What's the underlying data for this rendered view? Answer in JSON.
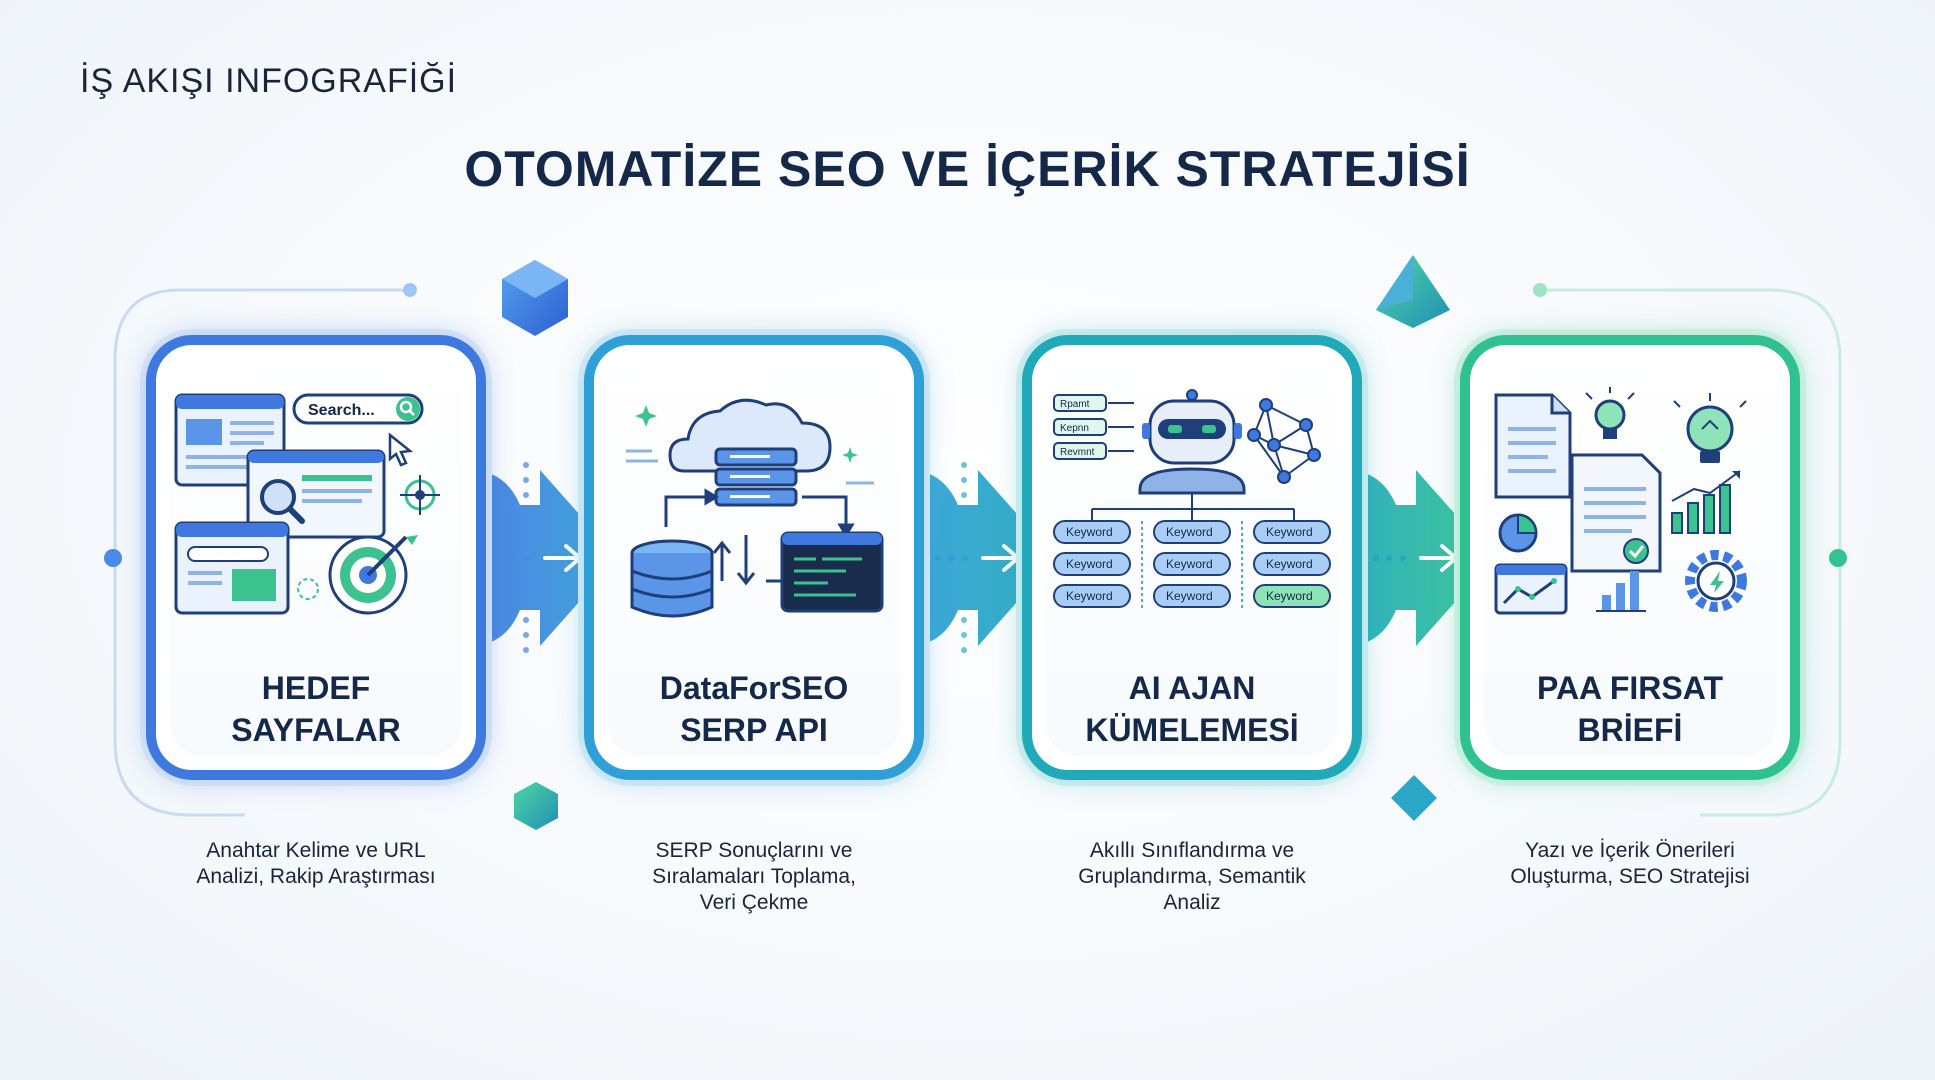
{
  "header": {
    "eyebrow": "İŞ AKIŞI INFOGRAFİĞİ",
    "title": "OTOMATİZE SEO VE İÇERİK STRATEJİSİ"
  },
  "steps": [
    {
      "title_line1": "HEDEF",
      "title_line2": "SAYFALAR",
      "desc_line1": "Anahtar Kelime ve URL",
      "desc_line2": "Analizi, Rakip Araştırması",
      "desc_line3": "",
      "search_placeholder": "Search..."
    },
    {
      "title_line1": "DataForSEO",
      "title_line2": "SERP API",
      "desc_line1": "SERP Sonuçlarını ve",
      "desc_line2": "Sıralamaları Toplama,",
      "desc_line3": "Veri Çekme"
    },
    {
      "title_line1": "AI AJAN",
      "title_line2": "KÜMELEMESİ",
      "desc_line1": "Akıllı Sınıflandırma ve",
      "desc_line2": "Gruplandırma, Semantik",
      "desc_line3": "Analiz",
      "tags": [
        "Rpamt",
        "Kepnn",
        "Revmnt"
      ],
      "keyword": "Keyword"
    },
    {
      "title_line1": "PAA FIRSAT",
      "title_line2": "BRİEFİ",
      "desc_line1": "Yazı ve İçerik Önerileri",
      "desc_line2": "Oluşturma, SEO Stratejisi",
      "desc_line3": ""
    }
  ],
  "colors": {
    "step1": "#3f79e0",
    "step2": "#2f9fd8",
    "step3": "#1fa9b9",
    "step4": "#2fc18f",
    "title": "#14284a"
  }
}
